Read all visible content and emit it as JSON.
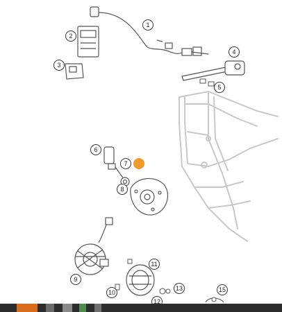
{
  "diagram": {
    "callouts": [
      "1",
      "2",
      "3",
      "4",
      "5",
      "6",
      "7",
      "8",
      "9",
      "10",
      "11",
      "12",
      "13",
      "15"
    ]
  },
  "colors": {
    "highlight": "#f39a2c",
    "line": "#555555",
    "frame": "#bfbfbf",
    "taskbar": "#2c2c2c",
    "taskbar_accent": "#d86d1b"
  },
  "icons": {
    "highlight_marker": "orange-dot"
  }
}
